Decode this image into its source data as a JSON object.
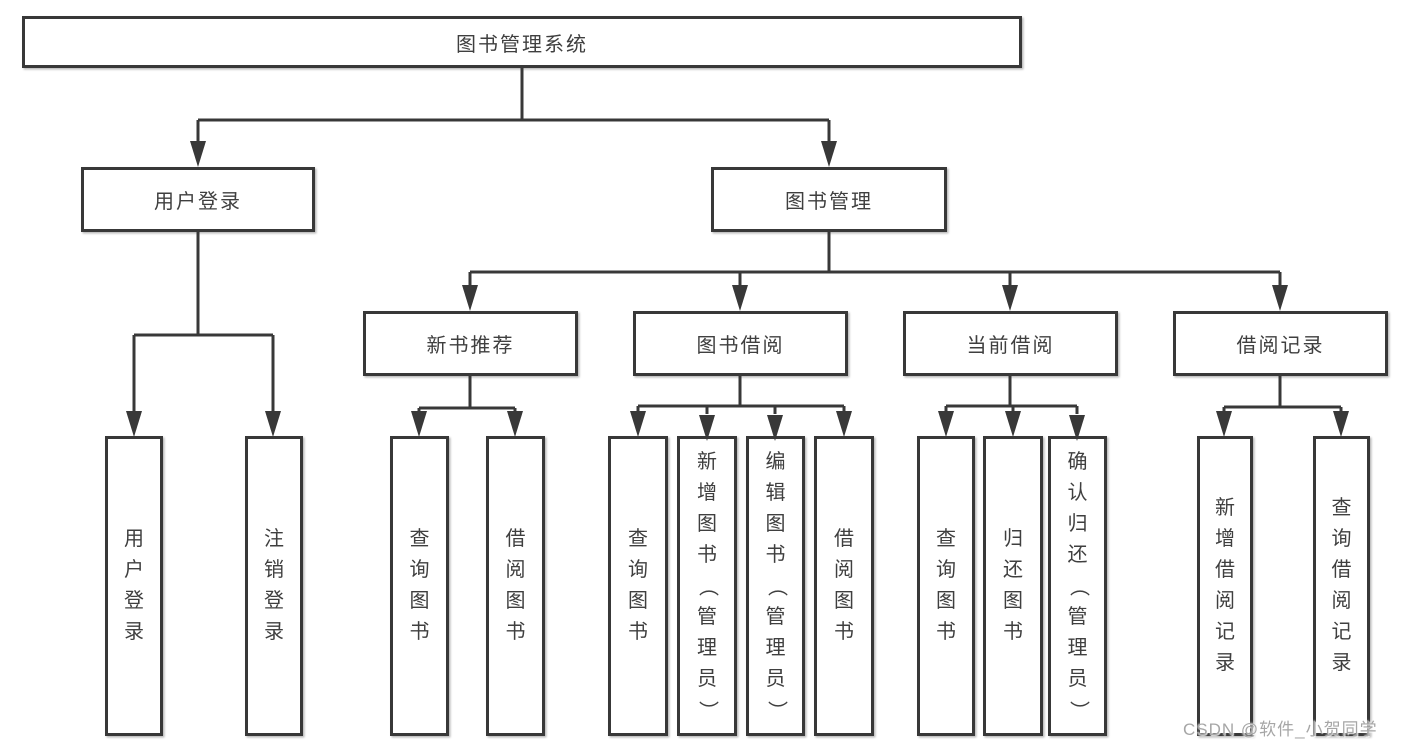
{
  "colors": {
    "line": "#383838",
    "text": "#3f3f3f",
    "watermark": "#a6a6a6",
    "background": "#ffffff"
  },
  "nodes": {
    "root": {
      "label": "图书管理系统"
    },
    "user_login": {
      "label": "用户登录"
    },
    "book_mgmt": {
      "label": "图书管理"
    },
    "new_book_rec": {
      "label": "新书推荐"
    },
    "book_borrow": {
      "label": "图书借阅"
    },
    "current_borrow": {
      "label": "当前借阅"
    },
    "borrow_record": {
      "label": "借阅记录"
    },
    "ul_login": {
      "label": "用户登录"
    },
    "ul_logout": {
      "label": "注销登录"
    },
    "nbr_query": {
      "label": "查询图书"
    },
    "nbr_borrow": {
      "label": "借阅图书"
    },
    "bb_query": {
      "label": "查询图书"
    },
    "bb_add": {
      "label": "新增图书（管理员）"
    },
    "bb_edit": {
      "label": "编辑图书（管理员）"
    },
    "bb_borrow": {
      "label": "借阅图书"
    },
    "cb_query": {
      "label": "查询图书"
    },
    "cb_return": {
      "label": "归还图书"
    },
    "cb_confirm": {
      "label": "确认归还（管理员）"
    },
    "br_add": {
      "label": "新增借阅记录"
    },
    "br_query": {
      "label": "查询借阅记录"
    }
  },
  "edges": [
    {
      "from": "图书管理系统",
      "to": "用户登录"
    },
    {
      "from": "图书管理系统",
      "to": "图书管理"
    },
    {
      "from": "用户登录",
      "to": "用户登录"
    },
    {
      "from": "用户登录",
      "to": "注销登录"
    },
    {
      "from": "图书管理",
      "to": "新书推荐"
    },
    {
      "from": "图书管理",
      "to": "图书借阅"
    },
    {
      "from": "图书管理",
      "to": "当前借阅"
    },
    {
      "from": "图书管理",
      "to": "借阅记录"
    },
    {
      "from": "新书推荐",
      "to": "查询图书"
    },
    {
      "from": "新书推荐",
      "to": "借阅图书"
    },
    {
      "from": "图书借阅",
      "to": "查询图书"
    },
    {
      "from": "图书借阅",
      "to": "新增图书（管理员）"
    },
    {
      "from": "图书借阅",
      "to": "编辑图书（管理员）"
    },
    {
      "from": "图书借阅",
      "to": "借阅图书"
    },
    {
      "from": "当前借阅",
      "to": "查询图书"
    },
    {
      "from": "当前借阅",
      "to": "归还图书"
    },
    {
      "from": "当前借阅",
      "to": "确认归还（管理员）"
    },
    {
      "from": "借阅记录",
      "to": "新增借阅记录"
    },
    {
      "from": "借阅记录",
      "to": "查询借阅记录"
    }
  ],
  "watermark": {
    "text": "CSDN @软件_小贺同学"
  }
}
